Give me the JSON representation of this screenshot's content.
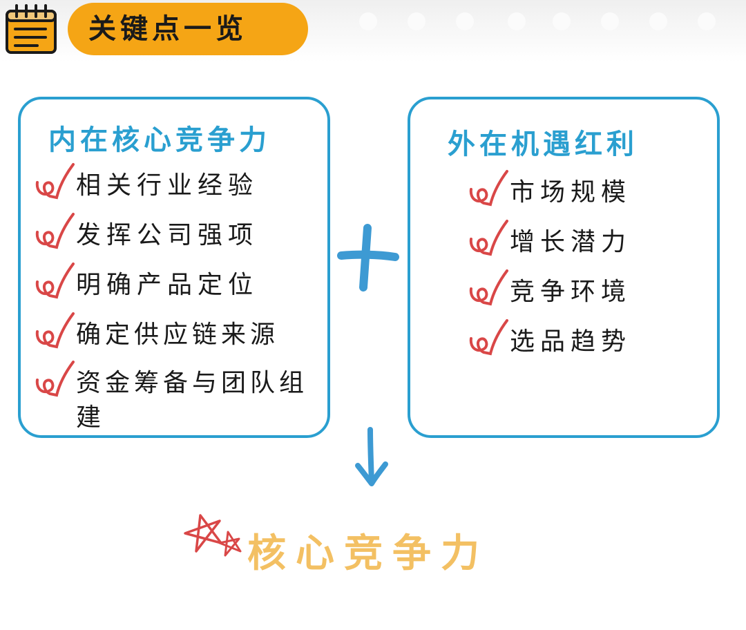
{
  "header": {
    "title": "关键点一览",
    "icon": "notepad-icon",
    "accent": "#f5a515"
  },
  "left_box": {
    "title": "内在核心竞争力",
    "items": [
      "相关行业经验",
      "发挥公司强项",
      "明确产品定位",
      "确定供应链来源",
      "资金筹备与团队组建"
    ]
  },
  "right_box": {
    "title": "外在机遇红利",
    "items": [
      "市场规模",
      "增长潜力",
      "竞争环境",
      "选品趋势"
    ]
  },
  "connector": {
    "plus_icon": "plus-icon",
    "arrow_icon": "arrow-down-icon"
  },
  "result": {
    "text": "核心竞争力",
    "icon": "stars-icon"
  },
  "colors": {
    "box_border": "#2a9fd0",
    "check": "#d94747",
    "result_text": "#f3c063"
  }
}
